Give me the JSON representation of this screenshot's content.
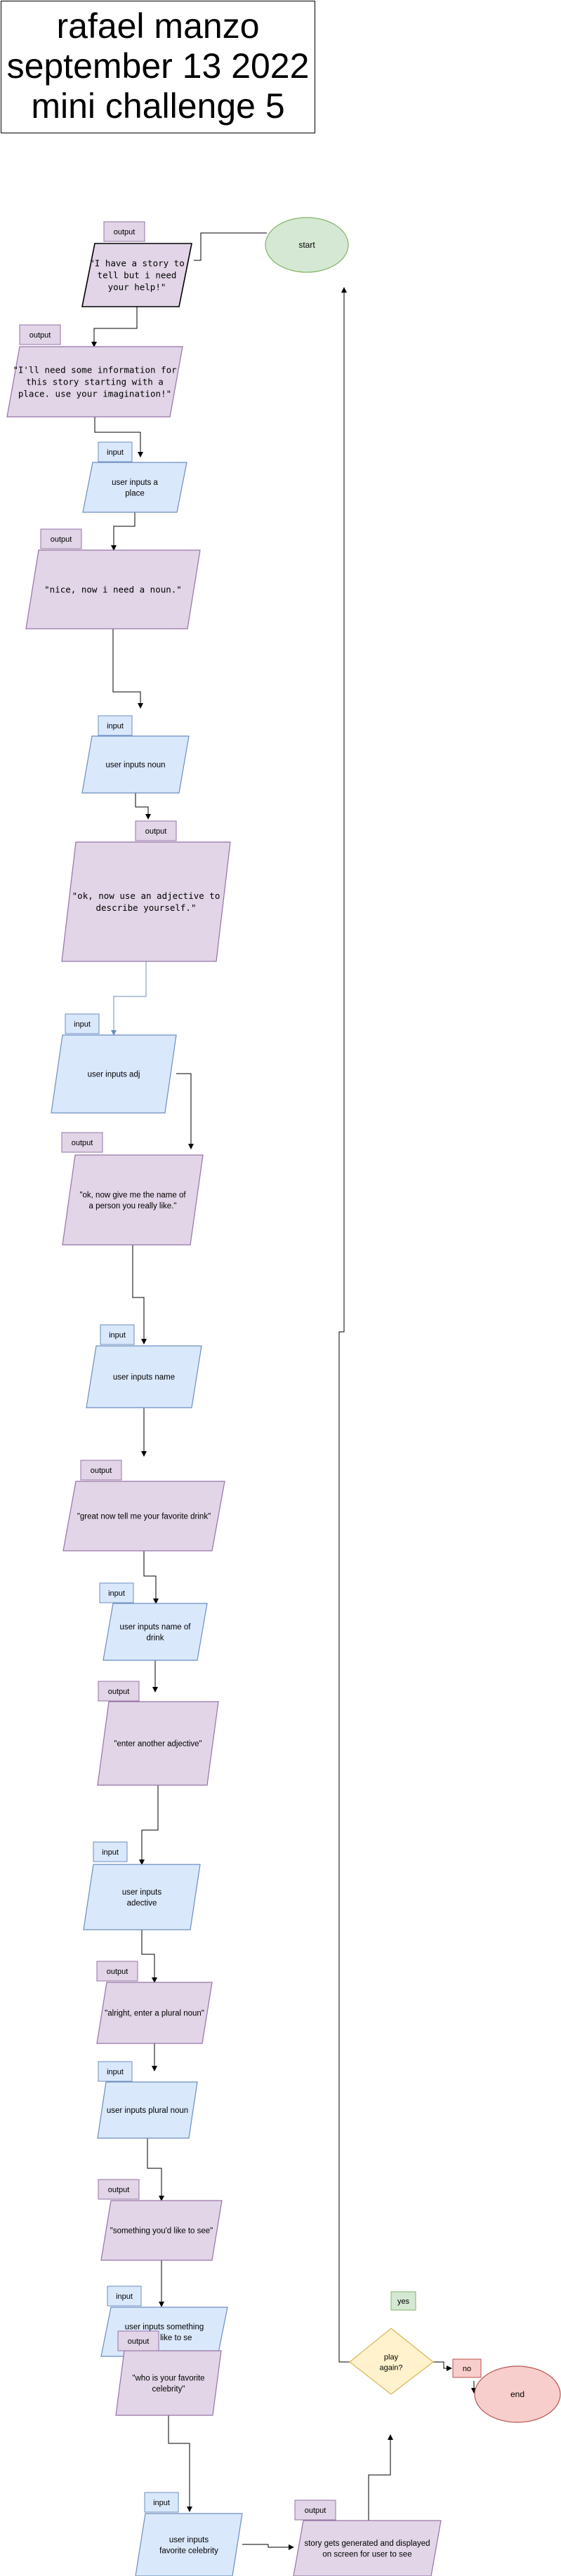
{
  "title": {
    "line1": "rafael manzo",
    "line2": "september 13 2022",
    "line3": "mini challenge 5"
  },
  "colors": {
    "purple_fill": "#e1d5e7",
    "purple_stroke": "#9673a6",
    "blue_fill": "#dae8fc",
    "blue_stroke": "#6c8ebf",
    "green_fill": "#d5e8d4",
    "green_stroke": "#82b366",
    "red_fill": "#f8cecc",
    "red_stroke": "#b85450",
    "yellow_fill": "#fff2cc",
    "yellow_stroke": "#d6b656"
  },
  "flowchart": {
    "start": "start",
    "end": "end",
    "steps": [
      {
        "tag": "output",
        "text": [
          "\"I have a story to",
          "tell but i need",
          "your help!\""
        ],
        "mono": true
      },
      {
        "tag": "output",
        "text": [
          "\"I'll need some information for",
          "this story starting with a",
          "place. use your imagination!\""
        ],
        "mono": true
      },
      {
        "tag": "input",
        "text": [
          "user inputs a",
          "place"
        ]
      },
      {
        "tag": "output",
        "text": [
          "\"nice, now i need a noun.\""
        ],
        "mono": true
      },
      {
        "tag": "input",
        "text": [
          "user inputs noun"
        ]
      },
      {
        "tag": "output",
        "text": [
          "\"ok, now use an adjective to",
          "describe yourself.\""
        ],
        "mono": true
      },
      {
        "tag": "input",
        "text": [
          "user inputs adj"
        ]
      },
      {
        "tag": "output",
        "text": [
          "\"ok, now give me the name of",
          "a person you really like.\""
        ]
      },
      {
        "tag": "input",
        "text": [
          "user inputs name"
        ]
      },
      {
        "tag": "output",
        "text": [
          "\"great now tell me your favorite drink\""
        ]
      },
      {
        "tag": "input",
        "text": [
          "user inputs name of",
          "drink"
        ]
      },
      {
        "tag": "output",
        "text": [
          "\"enter another adjective\""
        ]
      },
      {
        "tag": "input",
        "text": [
          "user inputs",
          "adective"
        ]
      },
      {
        "tag": "output",
        "text": [
          "\"alright, enter a plural noun\""
        ]
      },
      {
        "tag": "input",
        "text": [
          "user inputs plural noun"
        ]
      },
      {
        "tag": "output",
        "text": [
          "\"something you'd like to see\""
        ]
      },
      {
        "tag": "input",
        "text": [
          "user inputs something",
          "they'd like to se"
        ]
      },
      {
        "tag": "output",
        "text": [
          "\"who is your favorite",
          "celebrity\""
        ]
      },
      {
        "tag": "input",
        "text": [
          "user inputs",
          "favorite celebrity"
        ]
      },
      {
        "tag": "output",
        "text": [
          "story gets generated and displayed",
          "on screen for user to see"
        ]
      }
    ],
    "decision": {
      "text": [
        "play",
        "again?"
      ],
      "yes": "yes",
      "no": "no"
    }
  }
}
